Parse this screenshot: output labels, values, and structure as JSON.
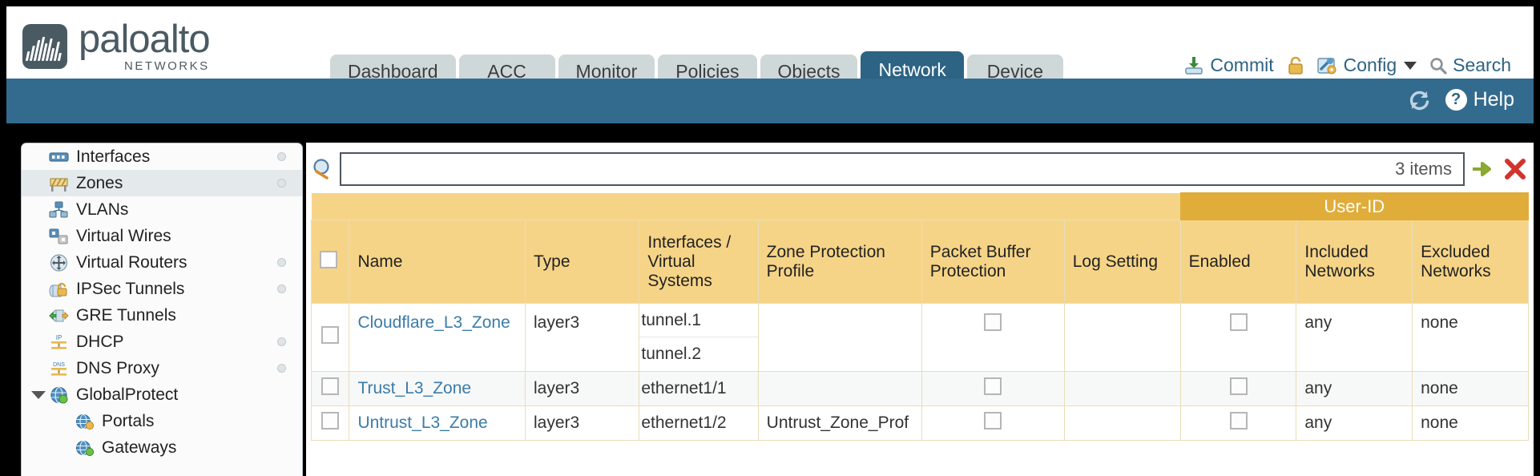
{
  "brand": {
    "name": "paloalto",
    "tagline": "NETWORKS"
  },
  "nav": {
    "tabs": [
      {
        "label": "Dashboard",
        "active": false
      },
      {
        "label": "ACC",
        "active": false
      },
      {
        "label": "Monitor",
        "active": false
      },
      {
        "label": "Policies",
        "active": false
      },
      {
        "label": "Objects",
        "active": false
      },
      {
        "label": "Network",
        "active": true
      },
      {
        "label": "Device",
        "active": false
      }
    ]
  },
  "utilities": {
    "commit": "Commit",
    "config": "Config",
    "search": "Search"
  },
  "blueband": {
    "help": "Help"
  },
  "sidebar": {
    "items": [
      {
        "label": "Interfaces",
        "icon": "interfaces-icon",
        "active": false,
        "dot": true,
        "sub": false
      },
      {
        "label": "Zones",
        "icon": "zones-icon",
        "active": true,
        "dot": true,
        "sub": false
      },
      {
        "label": "VLANs",
        "icon": "vlans-icon",
        "active": false,
        "dot": false,
        "sub": false
      },
      {
        "label": "Virtual Wires",
        "icon": "virtual-wires-icon",
        "active": false,
        "dot": false,
        "sub": false
      },
      {
        "label": "Virtual Routers",
        "icon": "virtual-routers-icon",
        "active": false,
        "dot": true,
        "sub": false
      },
      {
        "label": "IPSec Tunnels",
        "icon": "ipsec-tunnels-icon",
        "active": false,
        "dot": true,
        "sub": false
      },
      {
        "label": "GRE Tunnels",
        "icon": "gre-tunnels-icon",
        "active": false,
        "dot": false,
        "sub": false
      },
      {
        "label": "DHCP",
        "icon": "dhcp-icon",
        "active": false,
        "dot": true,
        "sub": false
      },
      {
        "label": "DNS Proxy",
        "icon": "dns-proxy-icon",
        "active": false,
        "dot": true,
        "sub": false
      },
      {
        "label": "GlobalProtect",
        "icon": "globalprotect-icon",
        "active": false,
        "dot": false,
        "sub": false,
        "expanded": true
      },
      {
        "label": "Portals",
        "icon": "portals-icon",
        "active": false,
        "dot": false,
        "sub": true
      },
      {
        "label": "Gateways",
        "icon": "gateways-icon",
        "active": false,
        "dot": false,
        "sub": true
      }
    ]
  },
  "search": {
    "value": "",
    "items_count": "3 items"
  },
  "table": {
    "group_header": "User-ID",
    "columns": [
      "Name",
      "Type",
      "Interfaces / Virtual Systems",
      "Zone Protection Profile",
      "Packet Buffer Protection",
      "Log Setting",
      "Enabled",
      "Included Networks",
      "Excluded Networks"
    ],
    "rows": [
      {
        "name": "Cloudflare_L3_Zone",
        "type": "layer3",
        "interfaces": [
          "tunnel.1",
          "tunnel.2"
        ],
        "zone_protection_profile": "",
        "packet_buffer_protection": false,
        "log_setting": "",
        "enabled": false,
        "included_networks": "any",
        "excluded_networks": "none"
      },
      {
        "name": "Trust_L3_Zone",
        "type": "layer3",
        "interfaces": [
          "ethernet1/1"
        ],
        "zone_protection_profile": "",
        "packet_buffer_protection": false,
        "log_setting": "",
        "enabled": false,
        "included_networks": "any",
        "excluded_networks": "none"
      },
      {
        "name": "Untrust_L3_Zone",
        "type": "layer3",
        "interfaces": [
          "ethernet1/2"
        ],
        "zone_protection_profile": "Untrust_Zone_Prof",
        "packet_buffer_protection": false,
        "log_setting": "",
        "enabled": false,
        "included_networks": "any",
        "excluded_networks": "none"
      }
    ]
  },
  "colors": {
    "brand_slate": "#4a5a63",
    "tab_active": "#2d6383",
    "tab_inactive": "#cfd8d8",
    "blue_band": "#336b8e",
    "header_amber": "#f6d487",
    "group_amber": "#e0ad3a",
    "link_blue": "#3a7ca8"
  }
}
